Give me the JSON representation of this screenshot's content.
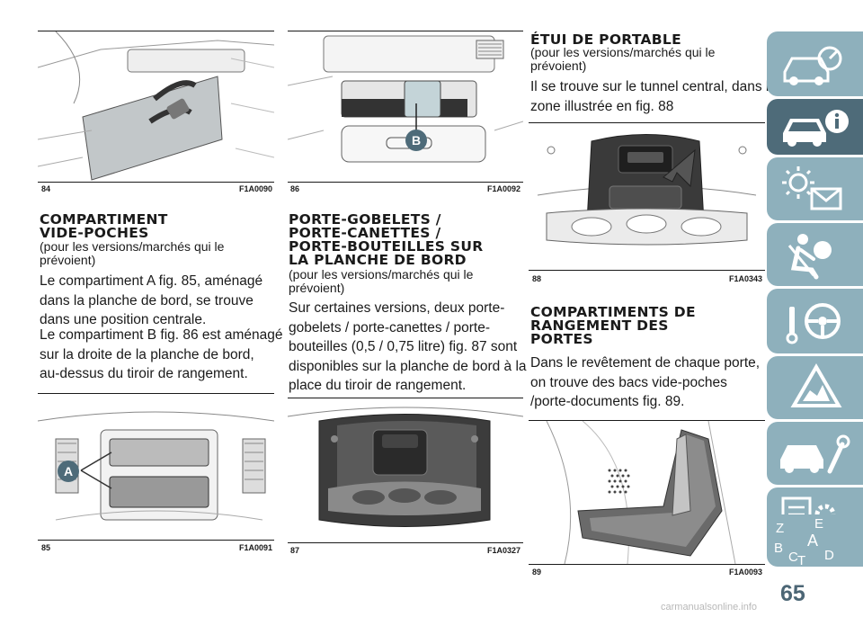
{
  "figures": {
    "f84": {
      "number": "84",
      "code": "F1A0090"
    },
    "f85": {
      "number": "85",
      "code": "F1A0091",
      "marker": "A"
    },
    "f86": {
      "number": "86",
      "code": "F1A0092",
      "marker": "B"
    },
    "f87": {
      "number": "87",
      "code": "F1A0327"
    },
    "f88": {
      "number": "88",
      "code": "F1A0343"
    },
    "f89": {
      "number": "89",
      "code": "F1A0093"
    }
  },
  "col1": {
    "heading": [
      "COMPARTIMENT",
      "VIDE-POCHES"
    ],
    "subtitle": "(pour les versions/marchés qui le prévoient)",
    "para1": [
      "Le compartiment A fig. 85, aménagé",
      "dans la planche de bord, se trouve",
      "dans une position centrale."
    ],
    "para2": [
      "Le compartiment B fig. 86 est aménagé",
      "sur la droite de la planche de bord,",
      "au-dessus du tiroir de rangement."
    ]
  },
  "col2": {
    "heading": [
      "PORTE-GOBELETS /",
      "PORTE-CANETTES /",
      "PORTE-BOUTEILLES SUR",
      "LA PLANCHE DE BORD"
    ],
    "subtitle": "(pour les versions/marchés qui le prévoient)",
    "para1": [
      "Sur certaines versions, deux porte-",
      "gobelets / porte-canettes / porte-",
      "bouteilles (0,5 / 0,75 litre) fig. 87 sont",
      "disponibles sur la planche de bord à la",
      "place du tiroir de rangement."
    ]
  },
  "col3": {
    "heading1": [
      "ÉTUI DE PORTABLE"
    ],
    "subtitle1": "(pour les versions/marchés qui le prévoient)",
    "para1": [
      "Il se trouve sur le tunnel central, dans la",
      "zone illustrée en fig. 88"
    ],
    "heading2": [
      "COMPARTIMENTS DE",
      "RANGEMENT DES",
      "PORTES"
    ],
    "para2": [
      "Dans le revêtement de chaque porte,",
      "on trouve des bacs vide-poches",
      "/porte-documents fig. 89."
    ]
  },
  "sidebar": {
    "tabs": [
      {
        "icon": "car-dashboard-icon",
        "active": false
      },
      {
        "icon": "car-info-icon",
        "active": true
      },
      {
        "icon": "warning-lights-icon",
        "active": false
      },
      {
        "icon": "airbag-seat-icon",
        "active": false
      },
      {
        "icon": "steering-key-icon",
        "active": false
      },
      {
        "icon": "emergency-triangle-icon",
        "active": false
      },
      {
        "icon": "car-wrench-icon",
        "active": false
      },
      {
        "icon": "data-gears-icon",
        "active": false
      },
      {
        "icon": "alphabet-index-icon",
        "active": false
      }
    ],
    "tab_color": "#8eb0bc",
    "active_color": "#4e6b79",
    "alphabet": [
      "Z",
      "E",
      "A",
      "B",
      "C",
      "T",
      "D"
    ]
  },
  "page_number": "65",
  "watermark": "carmanualsonline.info"
}
